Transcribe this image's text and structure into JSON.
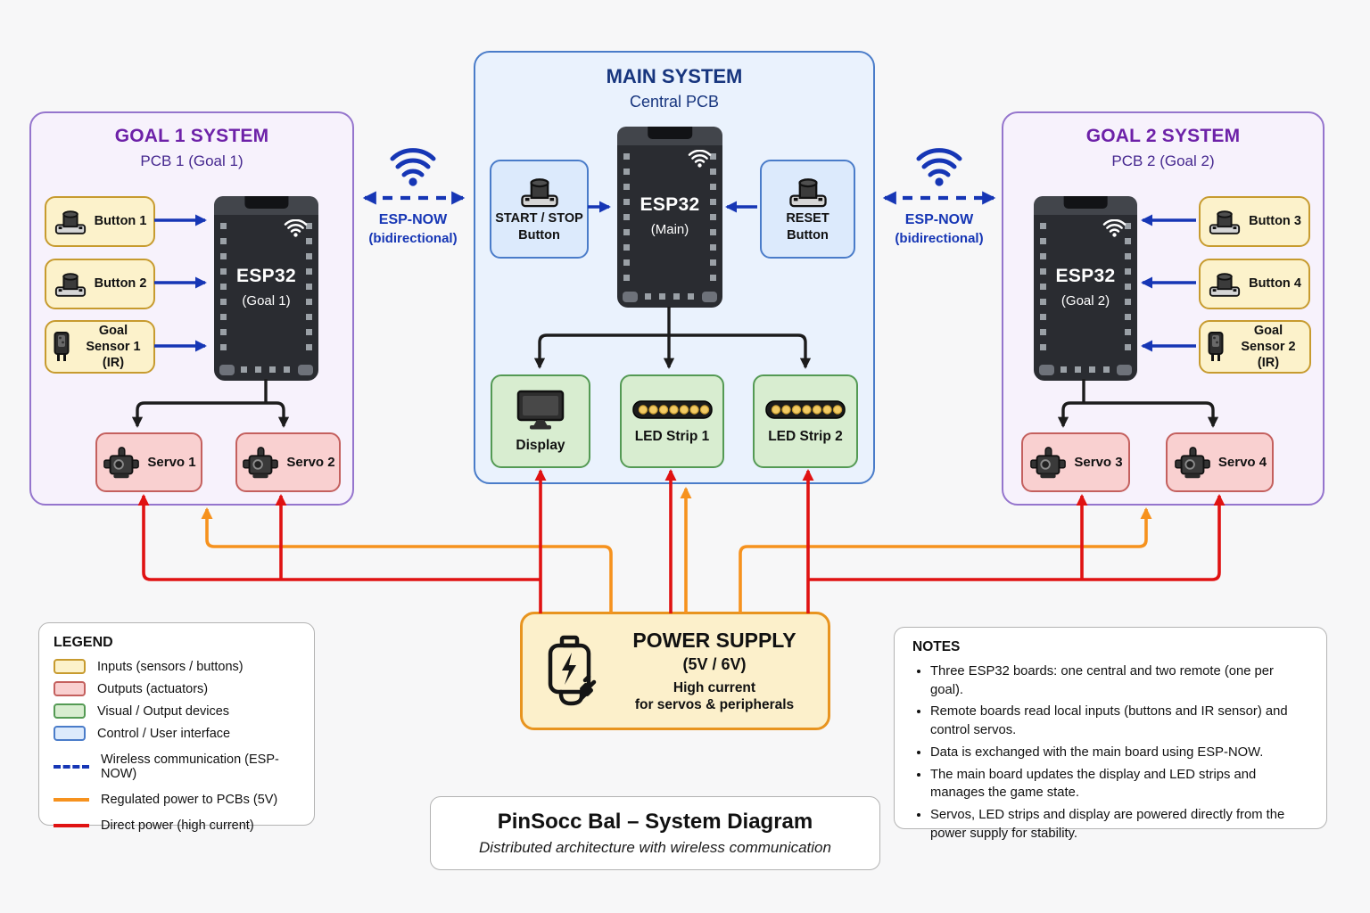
{
  "colors": {
    "page_bg": "#f7f7f8",
    "goal_panel_bg": "#f7f2fc",
    "goal_panel_border": "#9575cd",
    "goal_title": "#6d21a8",
    "goal_subtitle": "#46288f",
    "main_panel_bg": "#eaf2fd",
    "main_panel_border": "#4a7cc9",
    "main_title": "#17357e",
    "input_fill": "#fcf2cb",
    "input_border": "#c79b2f",
    "control_fill": "#dceafc",
    "control_border": "#4a7cc9",
    "visual_fill": "#d8edd0",
    "visual_border": "#549a54",
    "servo_fill": "#f9d0d0",
    "servo_border": "#c4605e",
    "wireless_blue": "#1636b5",
    "power_regulated_orange": "#f6921e",
    "power_direct_red": "#e01212",
    "signal_black": "#1c1c1c",
    "ps_fill": "#fcf0cb",
    "ps_border": "#e8941f",
    "card_border": "#b3b3b3",
    "chip_body": "#2a2c31",
    "chip_header": "#42454b",
    "chip_pin": "#9aa0a6"
  },
  "goal1": {
    "title": "GOAL 1 SYSTEM",
    "subtitle": "PCB 1 (Goal 1)",
    "inputs": [
      {
        "label": "Button 1"
      },
      {
        "label": "Button 2"
      },
      {
        "label": "Goal Sensor 1",
        "label2": "(IR)"
      }
    ],
    "esp32": {
      "name": "ESP32",
      "sub": "(Goal 1)"
    },
    "servos": [
      {
        "label": "Servo 1"
      },
      {
        "label": "Servo 2"
      }
    ]
  },
  "main": {
    "title": "MAIN SYSTEM",
    "subtitle": "Central PCB",
    "start_button": {
      "line1": "START / STOP",
      "line2": "Button"
    },
    "reset_button": {
      "line1": "RESET",
      "line2": "Button"
    },
    "esp32": {
      "name": "ESP32",
      "sub": "(Main)"
    },
    "outputs": [
      {
        "label": "Display"
      },
      {
        "label": "LED Strip 1"
      },
      {
        "label": "LED Strip 2"
      }
    ]
  },
  "goal2": {
    "title": "GOAL 2 SYSTEM",
    "subtitle": "PCB 2 (Goal 2)",
    "inputs": [
      {
        "label": "Button 3"
      },
      {
        "label": "Button 4"
      },
      {
        "label": "Goal Sensor 2",
        "label2": "(IR)"
      }
    ],
    "esp32": {
      "name": "ESP32",
      "sub": "(Goal 2)"
    },
    "servos": [
      {
        "label": "Servo 3"
      },
      {
        "label": "Servo 4"
      }
    ]
  },
  "espnow": {
    "label": "ESP-NOW",
    "sub": "(bidirectional)"
  },
  "power_supply": {
    "title": "POWER SUPPLY",
    "voltage": "(5V / 6V)",
    "line1": "High current",
    "line2": "for servos & peripherals"
  },
  "legend": {
    "title": "LEGEND",
    "items": [
      {
        "label": "Inputs (sensors / buttons)"
      },
      {
        "label": "Outputs (actuators)"
      },
      {
        "label": "Visual / Output devices"
      },
      {
        "label": "Control / User interface"
      },
      {
        "label": "Wireless communication (ESP-NOW)"
      },
      {
        "label": "Regulated power to PCBs (5V)"
      },
      {
        "label": "Direct power (high current)"
      }
    ]
  },
  "notes": {
    "title": "NOTES",
    "items": [
      "Three ESP32 boards: one central and two remote (one per goal).",
      "Remote boards read local inputs (buttons and IR sensor) and control servos.",
      "Data is exchanged with the main board using ESP-NOW.",
      "The main board updates the display and LED strips and manages the game state.",
      "Servos, LED strips and display are powered directly from the power supply for stability."
    ]
  },
  "footer": {
    "title": "PinSocc Bal – System Diagram",
    "subtitle": "Distributed architecture with wireless communication"
  }
}
